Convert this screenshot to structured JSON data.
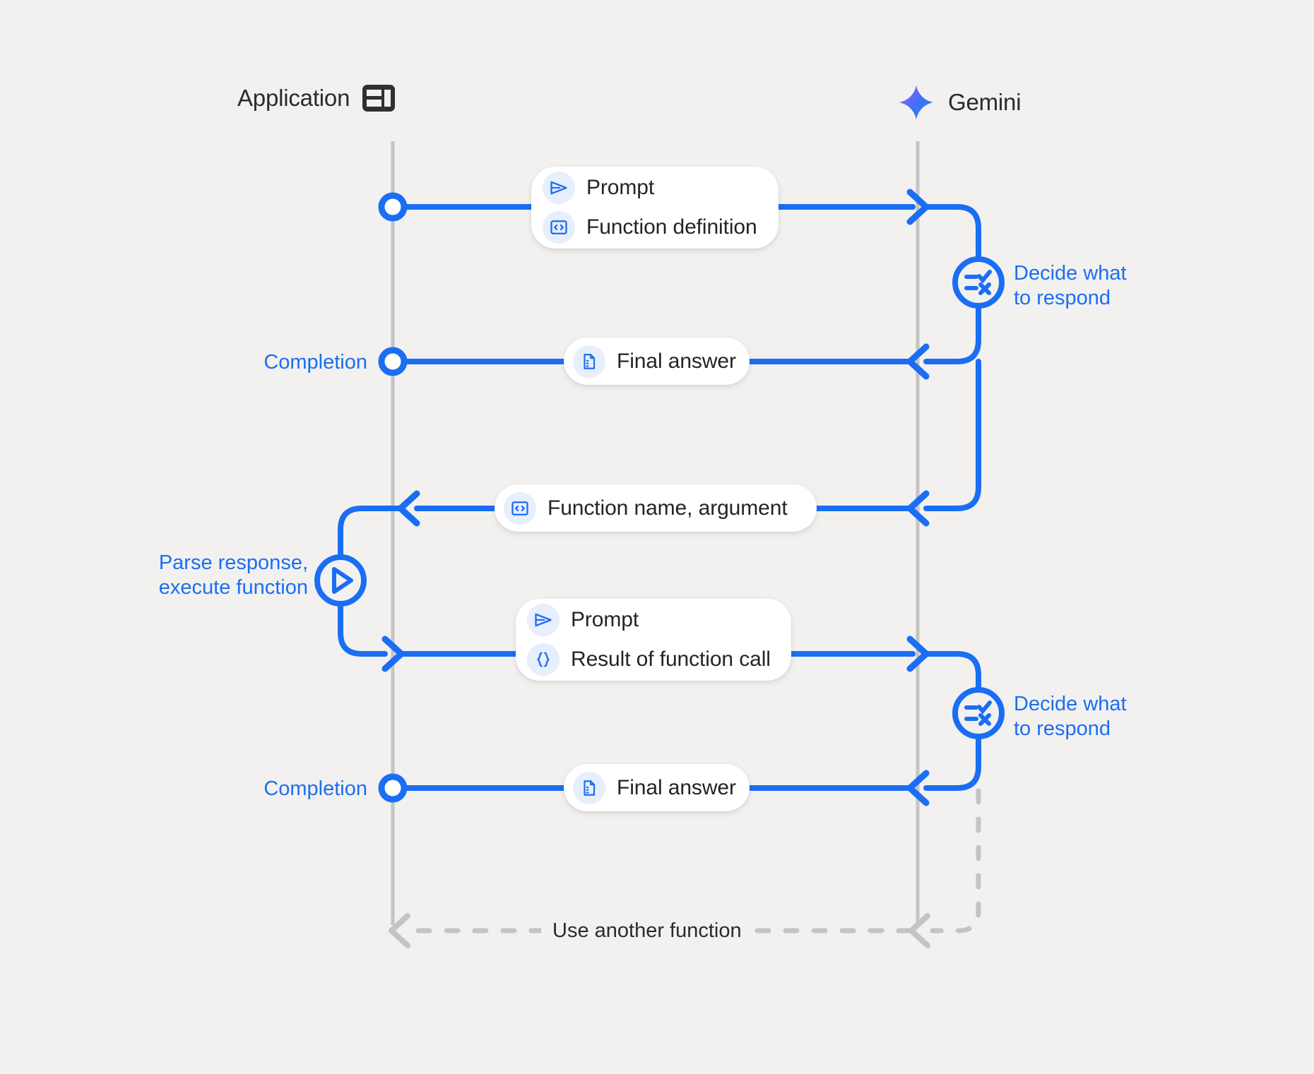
{
  "diagram": {
    "title": "Gemini function calling sequence",
    "background_color": "#f2f1ef",
    "accent_color": "#1b6ef3",
    "muted_color": "#c4c4c4",
    "text_color": "#242424"
  },
  "lanes": [
    {
      "id": "application",
      "label": "Application",
      "icon": "app-window-icon"
    },
    {
      "id": "gemini",
      "label": "Gemini",
      "icon": "gemini-sparkle-icon"
    }
  ],
  "messages": [
    {
      "id": "prompt-function-definition",
      "direction": "application-to-gemini",
      "rows": [
        {
          "icon": "send-icon",
          "label": "Prompt"
        },
        {
          "icon": "code-brackets-icon",
          "label": "Function definition"
        }
      ]
    },
    {
      "id": "final-answer-1",
      "direction": "gemini-to-application",
      "rows": [
        {
          "icon": "document-icon",
          "label": "Final answer"
        }
      ]
    },
    {
      "id": "function-name-argument",
      "direction": "gemini-to-application",
      "rows": [
        {
          "icon": "code-brackets-icon",
          "label": "Function name,  argument"
        }
      ]
    },
    {
      "id": "prompt-result-of-function-call",
      "direction": "application-to-gemini",
      "rows": [
        {
          "icon": "send-icon",
          "label": "Prompt"
        },
        {
          "icon": "curly-braces-icon",
          "label": "Result of function call"
        }
      ]
    },
    {
      "id": "final-answer-2",
      "direction": "gemini-to-application",
      "rows": [
        {
          "icon": "document-icon",
          "label": "Final answer"
        }
      ]
    }
  ],
  "nodes": [
    {
      "id": "decide-1",
      "icon": "decision-checklist-icon",
      "label": "Decide what\nto respond",
      "lane": "gemini",
      "side": "right"
    },
    {
      "id": "parse-execute",
      "icon": "play-icon",
      "label": "Parse response,\nexecute function",
      "lane": "application",
      "side": "left"
    },
    {
      "id": "decide-2",
      "icon": "decision-checklist-icon",
      "label": "Decide what\nto respond",
      "lane": "gemini",
      "side": "right"
    }
  ],
  "endpoints": [
    {
      "id": "start",
      "lane": "application",
      "label": ""
    },
    {
      "id": "completion-1",
      "lane": "application",
      "label": "Completion"
    },
    {
      "id": "completion-2",
      "lane": "application",
      "label": "Completion"
    }
  ],
  "loop": {
    "id": "use-another-function",
    "label": "Use another function",
    "style": "dashed",
    "color": "#c4c4c4"
  }
}
